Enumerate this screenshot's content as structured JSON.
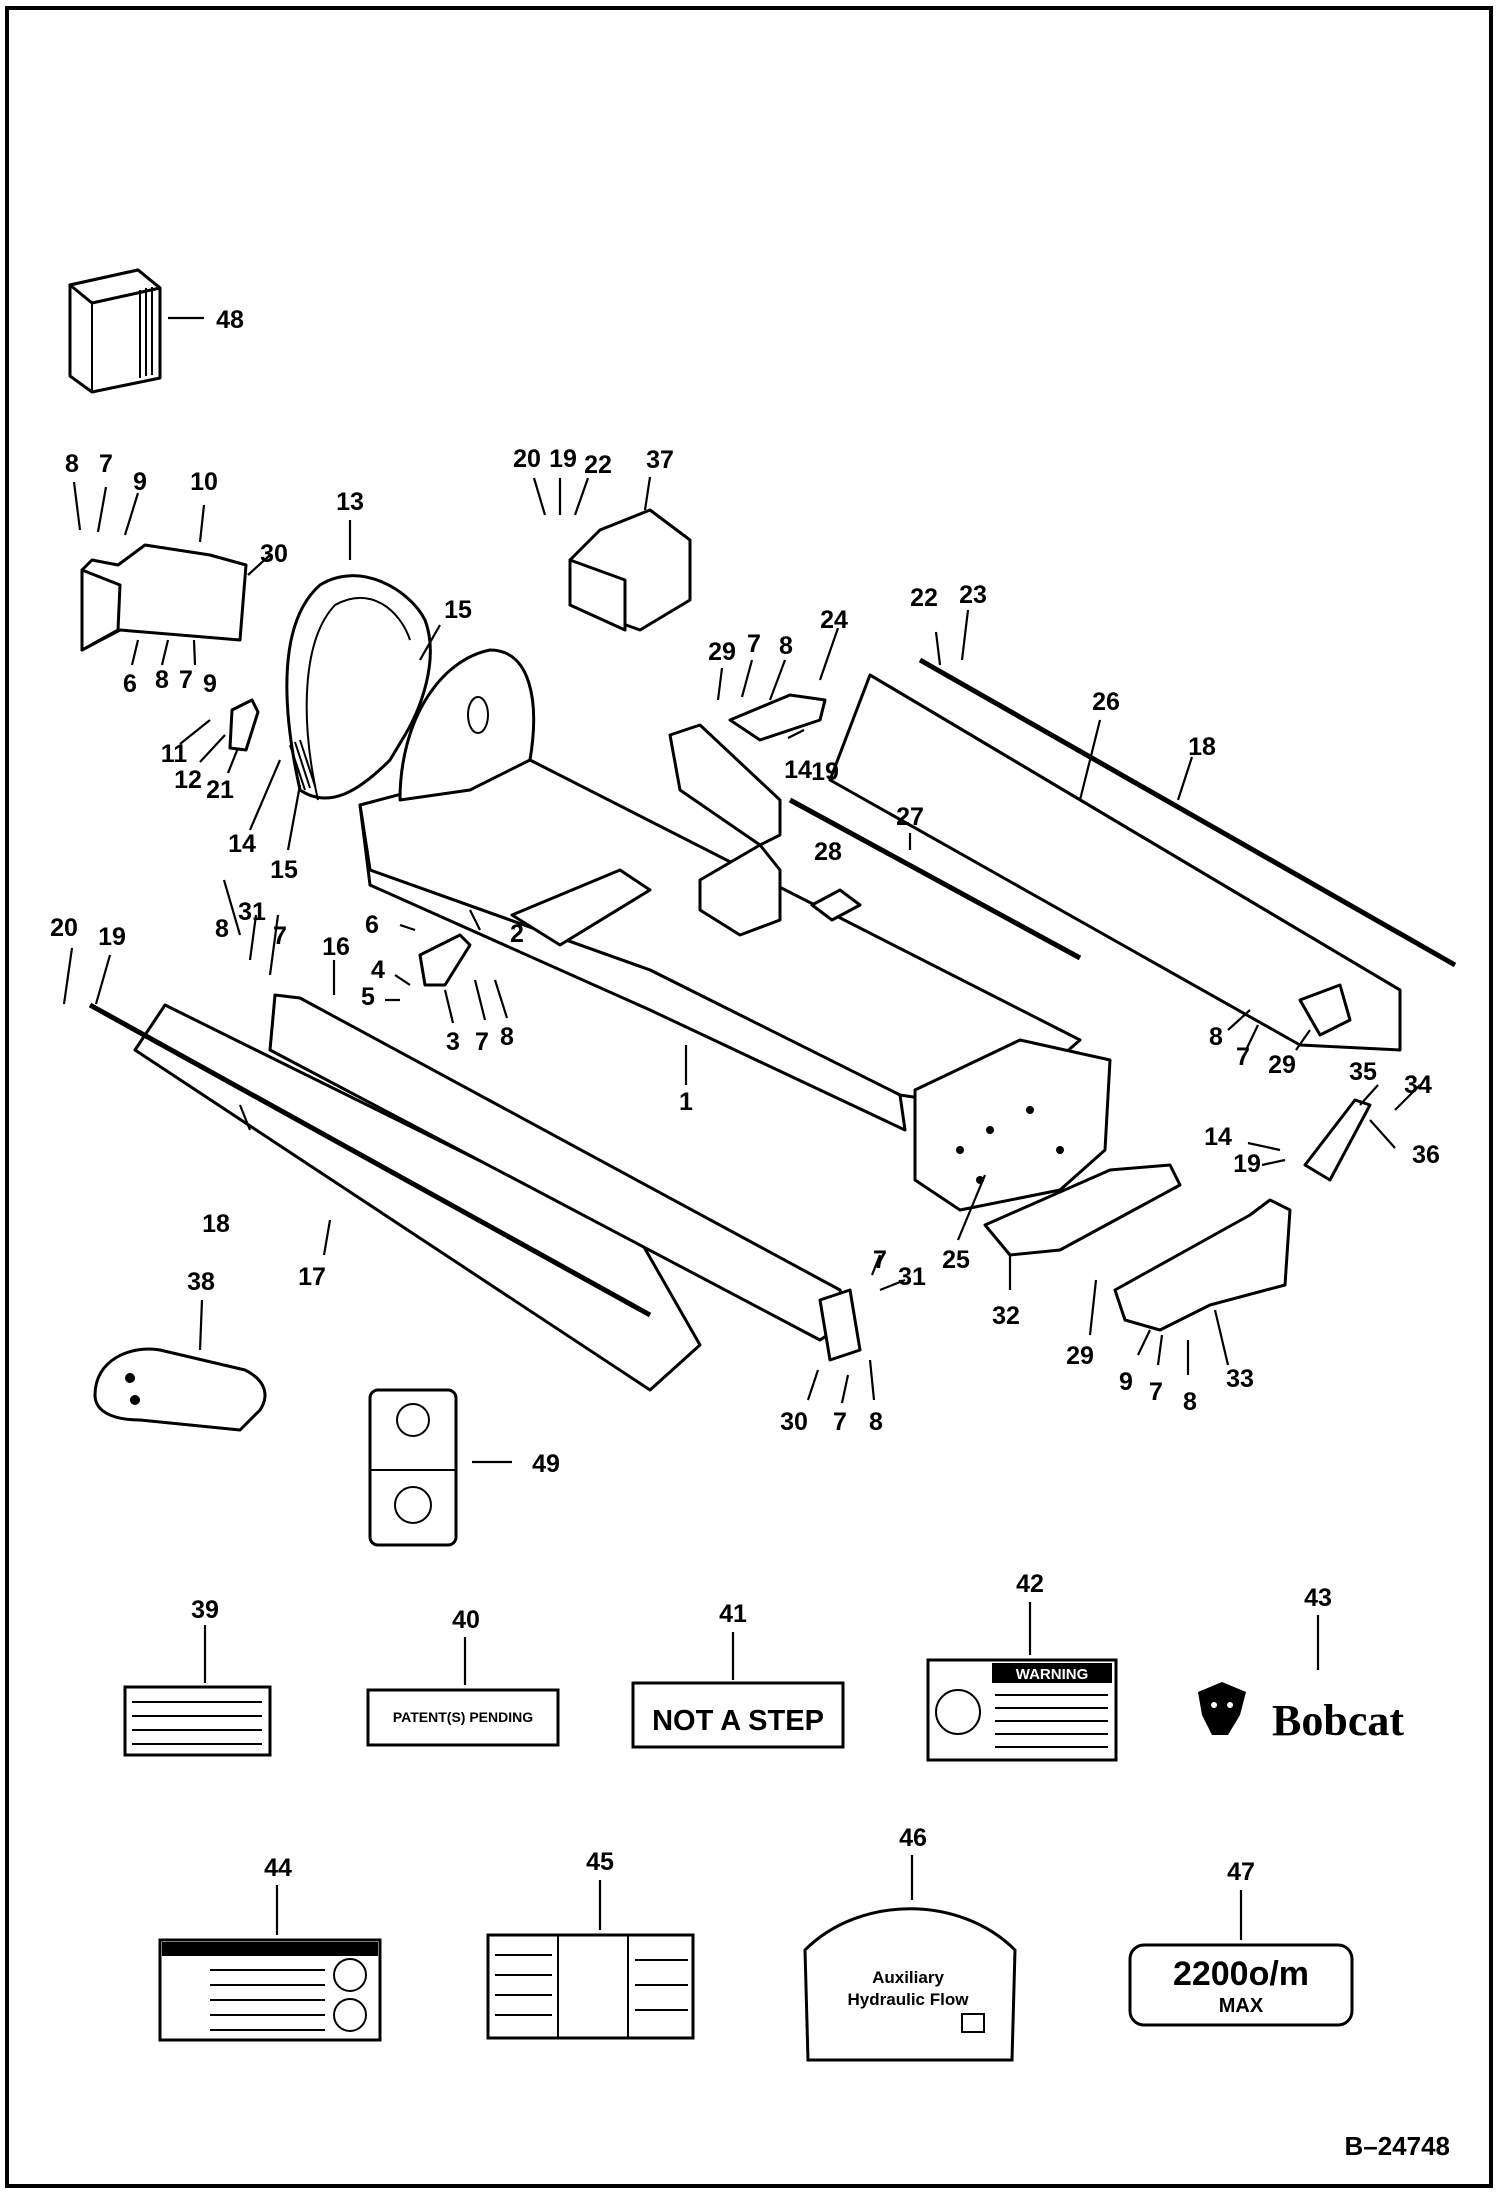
{
  "reference": "B–24748",
  "callouts": [
    "48",
    "8",
    "7",
    "9",
    "10",
    "30",
    "6",
    "8",
    "7",
    "9",
    "11",
    "12",
    "21",
    "14",
    "15",
    "13",
    "15",
    "20",
    "19",
    "22",
    "37",
    "29",
    "7",
    "8",
    "24",
    "14",
    "19",
    "22",
    "23",
    "26",
    "18",
    "27",
    "28",
    "20",
    "19",
    "8",
    "31",
    "7",
    "16",
    "6",
    "4",
    "5",
    "2",
    "3",
    "7",
    "8",
    "1",
    "8",
    "7",
    "29",
    "35",
    "34",
    "14",
    "19",
    "36",
    "18",
    "17",
    "25",
    "32",
    "7",
    "31",
    "29",
    "9",
    "7",
    "8",
    "33",
    "38",
    "30",
    "7",
    "8",
    "49",
    "39",
    "40",
    "41",
    "42",
    "43",
    "44",
    "45",
    "46",
    "47"
  ],
  "decals": {
    "patent": "PATENT(S) PENDING",
    "not_a_step": "NOT A STEP",
    "warning_title": "WARNING",
    "brand": "Bobcat",
    "aux_line1": "Auxiliary",
    "aux_line2": "Hydraulic Flow",
    "rpm_value": "2200",
    "rpm_unit": "o/m",
    "rpm_max": "MAX"
  }
}
